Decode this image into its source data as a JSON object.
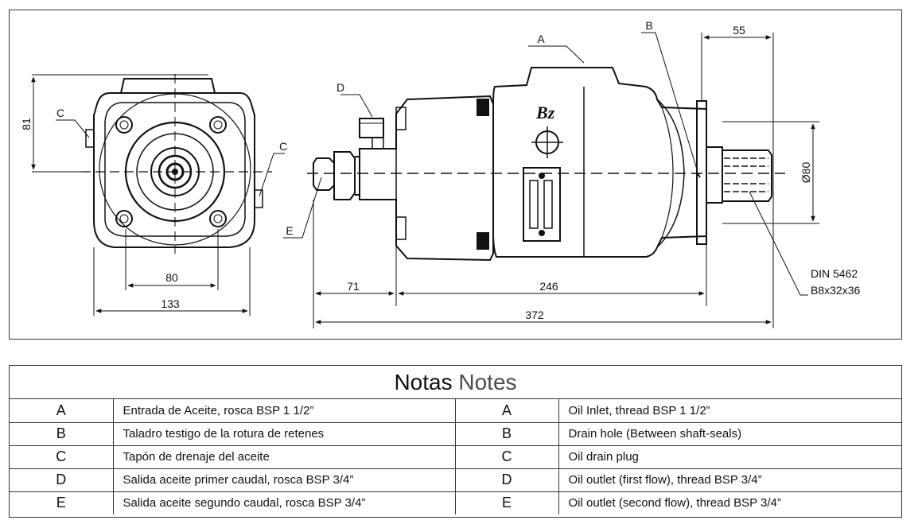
{
  "drawing": {
    "front_view": {
      "dims": {
        "height": "81",
        "bolt_spacing": "80",
        "width": "133"
      },
      "callouts": {
        "c_left": "C",
        "c_right": "C"
      }
    },
    "side_view": {
      "dims": {
        "shaft": "55",
        "outlet": "71",
        "body": "246",
        "total": "372",
        "diameter": "Ø80"
      },
      "callouts": {
        "a": "A",
        "b": "B",
        "d": "D",
        "e": "E"
      },
      "logo": "Bz",
      "spline_line1": "DIN 5462",
      "spline_line2": "B8x32x36"
    }
  },
  "notes": {
    "title_es": "Notas",
    "title_en": "Notes",
    "rows": [
      {
        "key_es": "A",
        "es": "Entrada de Aceite, rosca BSP 1 1/2”",
        "key_en": "A",
        "en": "Oil Inlet, thread BSP 1 1/2”"
      },
      {
        "key_es": "B",
        "es": "Taladro testigo de la rotura de retenes",
        "key_en": "B",
        "en": "Drain hole (Between shaft-seals)"
      },
      {
        "key_es": "C",
        "es": "Tapón de drenaje del aceite",
        "key_en": "C",
        "en": "Oil drain plug"
      },
      {
        "key_es": "D",
        "es": "Salida aceite primer caudal, rosca BSP 3/4”",
        "key_en": "D",
        "en": "Oil outlet (first flow), thread BSP 3/4”"
      },
      {
        "key_es": "E",
        "es": "Salida aceite segundo caudal, rosca BSP 3/4”",
        "key_en": "E",
        "en": "Oil outlet (second flow), thread BSP 3/4”"
      }
    ]
  }
}
